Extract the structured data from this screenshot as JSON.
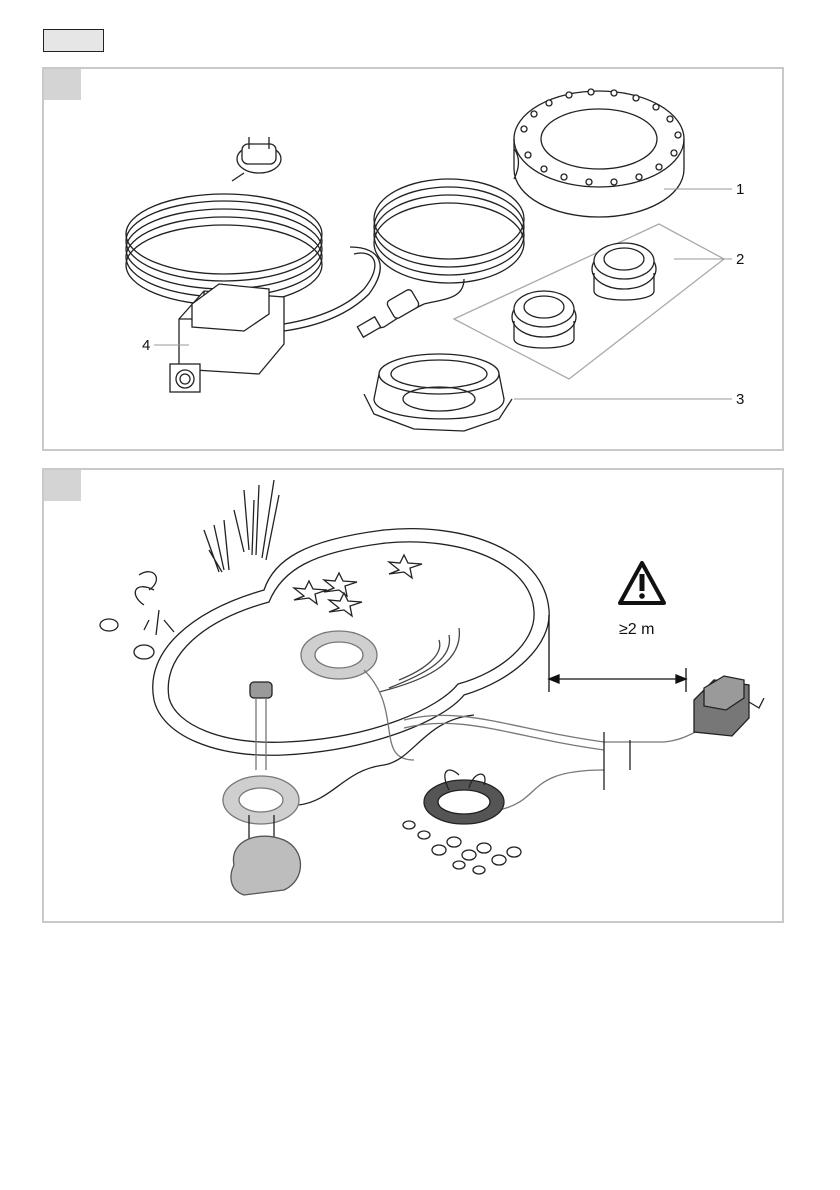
{
  "header": {
    "label_box": ""
  },
  "figure1": {
    "callouts": [
      {
        "id": "1",
        "label": "1"
      },
      {
        "id": "2",
        "label": "2"
      },
      {
        "id": "3",
        "label": "3"
      },
      {
        "id": "4",
        "label": "4"
      }
    ],
    "icons": [
      "power-plug-icon",
      "transformer-icon",
      "led-ring-light-icon",
      "adapter-inserts-icon",
      "mounting-base-icon",
      "cable-connector-icon"
    ]
  },
  "figure2": {
    "distance_label": "≥2 m",
    "icons": [
      "warning-triangle-icon",
      "pond-icon",
      "fountain-pump-icon",
      "transformer-icon",
      "led-ring-light-icon",
      "pond-plant-icon",
      "stones-icon"
    ]
  },
  "colors": {
    "panel_border": "#c9c9c9",
    "tab_fill": "#d4d4d4",
    "line": "#222222",
    "highlight_gray": "#9a9a9a"
  }
}
